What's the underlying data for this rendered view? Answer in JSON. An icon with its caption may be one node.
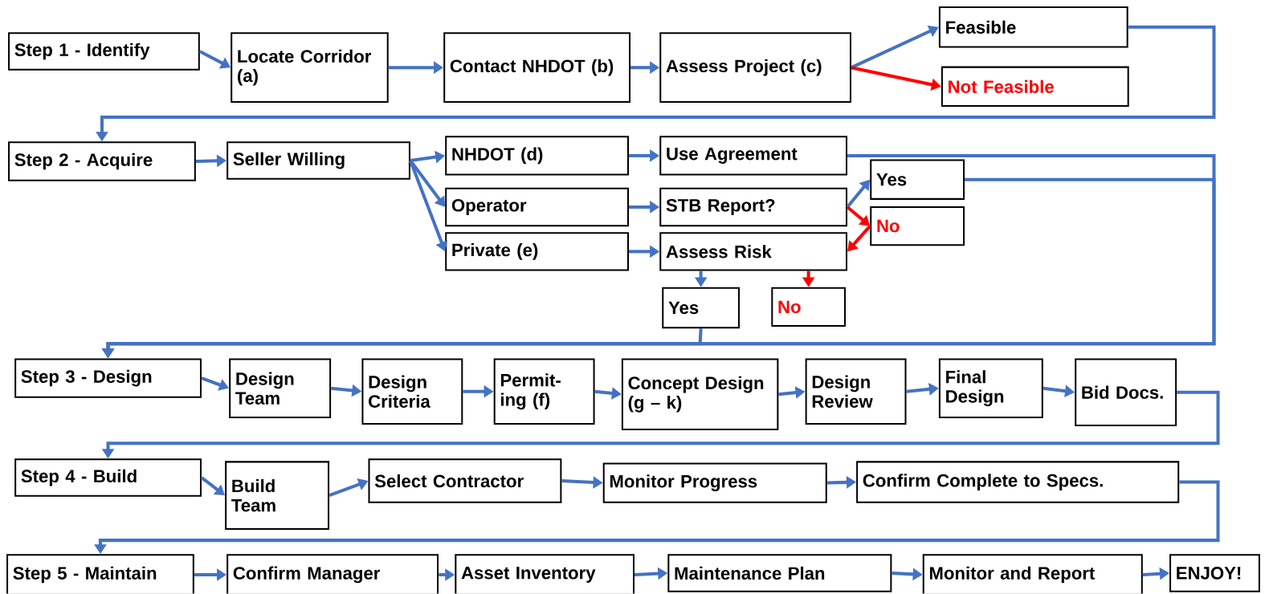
{
  "diagram": {
    "nodes": [
      {
        "text": [
          "Step 1 - Identify"
        ]
      },
      {
        "text": [
          "Locate Corridor (a)"
        ]
      },
      {
        "text": [
          "Contact NHDOT (b)"
        ]
      },
      {
        "text": [
          "Assess Project (c)"
        ]
      },
      {
        "text": [
          "Feasible"
        ]
      },
      {
        "text": [
          "Not Feasible"
        ]
      },
      {
        "text": [
          "Step 2 - Acquire"
        ]
      },
      {
        "text": [
          "Seller Willing"
        ]
      },
      {
        "text": [
          "NHDOT (d)"
        ]
      },
      {
        "text": [
          "Use Agreement"
        ]
      },
      {
        "text": [
          "Operator"
        ]
      },
      {
        "text": [
          "STB Report?"
        ]
      },
      {
        "text": [
          "Yes"
        ]
      },
      {
        "text": [
          "No"
        ]
      },
      {
        "text": [
          "Private (e)"
        ]
      },
      {
        "text": [
          "Assess Risk"
        ]
      },
      {
        "text": [
          "Yes"
        ]
      },
      {
        "text": [
          "No"
        ]
      },
      {
        "text": [
          "Step 3 - Design"
        ]
      },
      {
        "text": [
          "Design Team"
        ]
      },
      {
        "text": [
          "Design Criteria"
        ]
      },
      {
        "text": [
          "Permit- ing (f)"
        ]
      },
      {
        "text": [
          "Concept Design (g – k)"
        ]
      },
      {
        "text": [
          "Design Review"
        ]
      },
      {
        "text": [
          "Final Design"
        ]
      },
      {
        "text": [
          "Bid Docs."
        ]
      },
      {
        "text": [
          "Step 4 - Build"
        ]
      },
      {
        "text": [
          "Build Team"
        ]
      },
      {
        "text": [
          "Select Contractor"
        ]
      },
      {
        "text": [
          "Monitor Progress"
        ]
      },
      {
        "text": [
          "Confirm Complete to Specs."
        ]
      },
      {
        "text": [
          "Step 5 - Maintain"
        ]
      },
      {
        "text": [
          "Confirm Manager"
        ]
      },
      {
        "text": [
          "Asset Inventory"
        ]
      },
      {
        "text": [
          "Maintenance Plan"
        ]
      },
      {
        "text": [
          "Monitor and Report"
        ]
      },
      {
        "text": [
          "ENJOY!"
        ]
      }
    ],
    "edges": [
      {
        "from": 0,
        "to": 1,
        "arrow": "to"
      },
      {
        "from": 1,
        "to": 2,
        "arrow": "to"
      },
      {
        "from": 2,
        "to": 3,
        "arrow": "to"
      },
      {
        "from": 3,
        "to": 4,
        "arrow": "to"
      },
      {
        "from": 3,
        "to": 5,
        "arrow": "to",
        "color": "#ff0000"
      },
      {
        "from": 4,
        "to": 6,
        "arrow": "to"
      },
      {
        "from": 6,
        "to": 7,
        "arrow": "to"
      },
      {
        "from": 7,
        "to": 8,
        "arrow": "to"
      },
      {
        "from": 7,
        "to": 10,
        "arrow": "to"
      },
      {
        "from": 7,
        "to": 14,
        "arrow": "to"
      },
      {
        "from": 8,
        "to": 9,
        "arrow": "to"
      },
      {
        "from": 10,
        "to": 11,
        "arrow": "to"
      },
      {
        "from": 14,
        "to": 15,
        "arrow": "to"
      },
      {
        "from": 11,
        "to": 12,
        "arrow": "to"
      },
      {
        "from": 11,
        "to": 13,
        "arrow": "to",
        "color": "#ff0000"
      },
      {
        "from": 13,
        "to": 15,
        "arrow": "to",
        "color": "#ff0000"
      },
      {
        "from": 15,
        "to": 16,
        "arrow": "to"
      },
      {
        "from": 15,
        "to": 17,
        "arrow": "to",
        "color": "#ff0000"
      },
      {
        "from": 9,
        "to": 18,
        "arrow": "to"
      },
      {
        "from": 12,
        "to": 18,
        "arrow": "to"
      },
      {
        "from": 16,
        "to": 18,
        "arrow": "to"
      },
      {
        "from": 18,
        "to": 19,
        "arrow": "to"
      },
      {
        "from": 19,
        "to": 20,
        "arrow": "to"
      },
      {
        "from": 20,
        "to": 21,
        "arrow": "to"
      },
      {
        "from": 21,
        "to": 22,
        "arrow": "to"
      },
      {
        "from": 22,
        "to": 23,
        "arrow": "to"
      },
      {
        "from": 23,
        "to": 24,
        "arrow": "to"
      },
      {
        "from": 24,
        "to": 25,
        "arrow": "to"
      },
      {
        "from": 25,
        "to": 26,
        "arrow": "to"
      },
      {
        "from": 26,
        "to": 27,
        "arrow": "to"
      },
      {
        "from": 27,
        "to": 28,
        "arrow": "to"
      },
      {
        "from": 28,
        "to": 29,
        "arrow": "to"
      },
      {
        "from": 29,
        "to": 30,
        "arrow": "to"
      },
      {
        "from": 30,
        "to": 31,
        "arrow": "to"
      },
      {
        "from": 31,
        "to": 32,
        "arrow": "to"
      },
      {
        "from": 32,
        "to": 33,
        "arrow": "to"
      },
      {
        "from": 33,
        "to": 34,
        "arrow": "to"
      },
      {
        "from": 34,
        "to": 35,
        "arrow": "to"
      },
      {
        "from": 35,
        "to": 36,
        "arrow": "to"
      }
    ]
  }
}
